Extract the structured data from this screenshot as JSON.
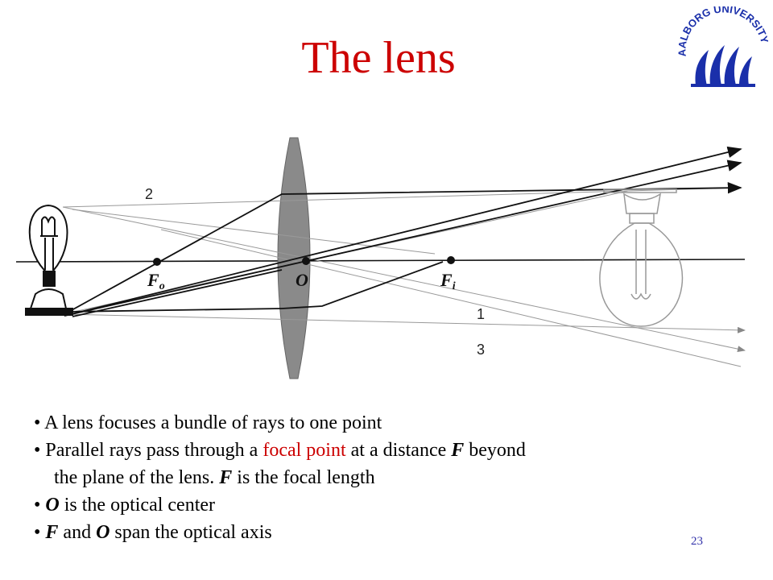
{
  "slide": {
    "title": "The lens",
    "page_number": "23"
  },
  "logo": {
    "text": "AALBORG UNIVERSITY",
    "color": "#1a2faa"
  },
  "diagram": {
    "labels": {
      "focal_object": "F",
      "focal_object_sub": "o",
      "optical_center": "O",
      "focal_image": "F",
      "focal_image_sub": "i",
      "ray_1": "1",
      "ray_2": "2",
      "ray_3": "3"
    }
  },
  "bullets": [
    {
      "parts": [
        {
          "t": "• A lens focuses a bundle of rays to one point"
        }
      ]
    },
    {
      "parts": [
        {
          "t": "• Parallel rays pass through a "
        },
        {
          "t": "focal point",
          "c": "hl"
        },
        {
          "t": " at a distance "
        },
        {
          "t": "F",
          "b": true
        },
        {
          "t": " beyond"
        }
      ]
    },
    {
      "parts": [
        {
          "t": "the plane of the lens. "
        },
        {
          "t": "F",
          "b": true
        },
        {
          "t": " is the focal length"
        }
      ],
      "indent": true
    },
    {
      "parts": [
        {
          "t": "• "
        },
        {
          "t": "O",
          "b": true
        },
        {
          "t": " is the optical center"
        }
      ]
    },
    {
      "parts": [
        {
          "t": "• "
        },
        {
          "t": "F",
          "b": true
        },
        {
          "t": " and "
        },
        {
          "t": "O",
          "b": true
        },
        {
          "t": " span the optical axis"
        }
      ]
    }
  ]
}
